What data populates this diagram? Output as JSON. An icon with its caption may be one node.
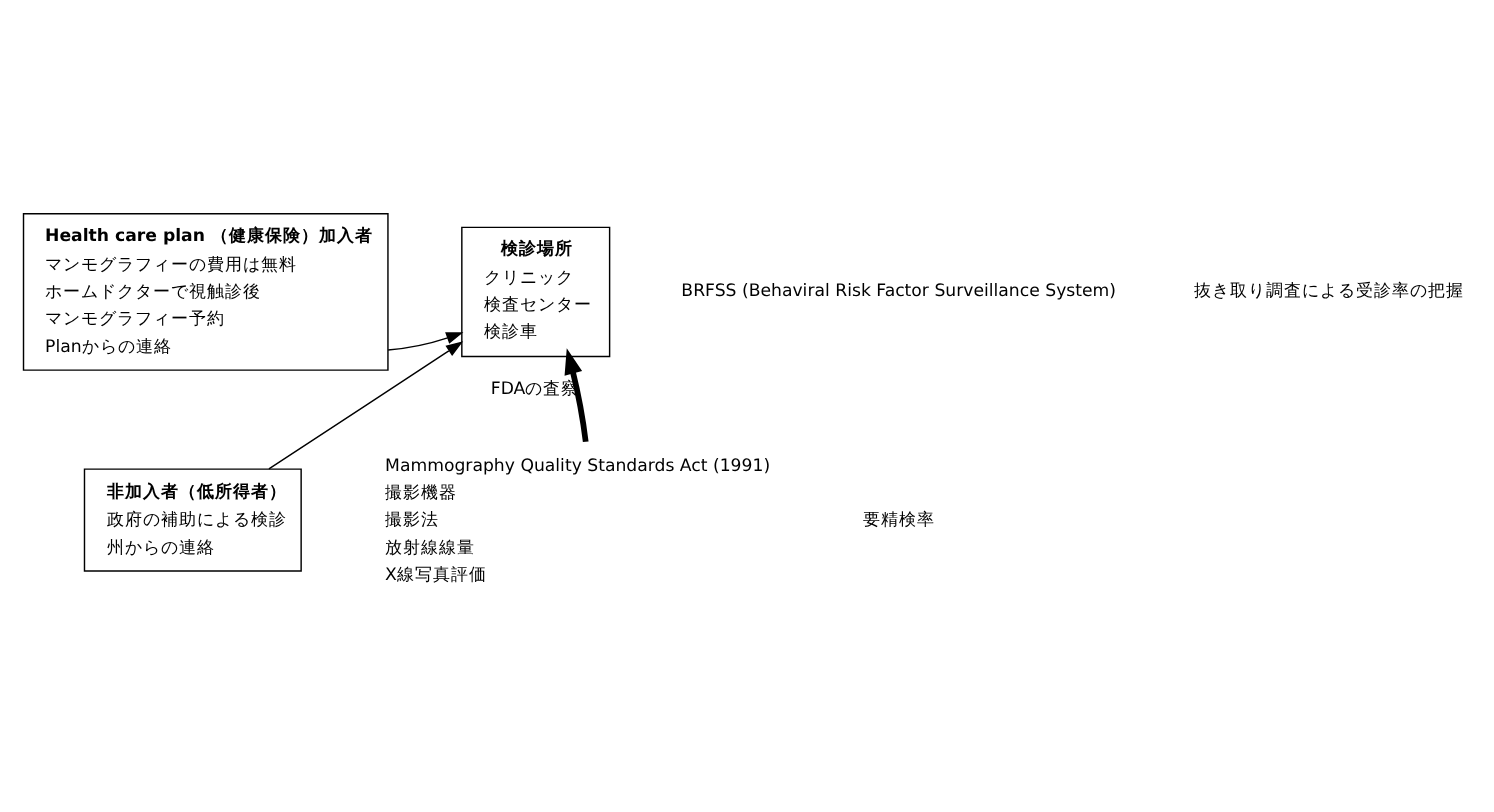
{
  "diagram": {
    "nodes": [
      {
        "text": [
          "Health care plan （健康保険）加入者",
          "マンモグラフィーの費用は無料",
          "ホームドクターで視触診後",
          "マンモグラフィー予約",
          "Planからの連絡"
        ]
      },
      {
        "text": [
          "検診場所",
          "クリニック",
          "検査センター",
          "検診車"
        ]
      },
      {
        "text": [
          "非加入者（低所得者）",
          "政府の補助による検診",
          "州からの連絡"
        ]
      },
      {
        "text": [
          "Mammography Quality Standards Act (1991)",
          "撮影機器",
          "撮影法",
          "放射線線量",
          "X線写真評価"
        ]
      }
    ],
    "edges": [
      {
        "from": 0,
        "to": 1,
        "arrow": "to"
      },
      {
        "from": 2,
        "to": 1,
        "arrow": "to"
      },
      {
        "from": 3,
        "to": 1,
        "arrow": "to",
        "label": "FDAの査察",
        "style": "thick"
      }
    ],
    "labels": [
      "BRFSS (Behaviral Risk Factor Surveillance System)",
      "抜き取り調査による受診率の把握",
      "要精検率"
    ]
  }
}
